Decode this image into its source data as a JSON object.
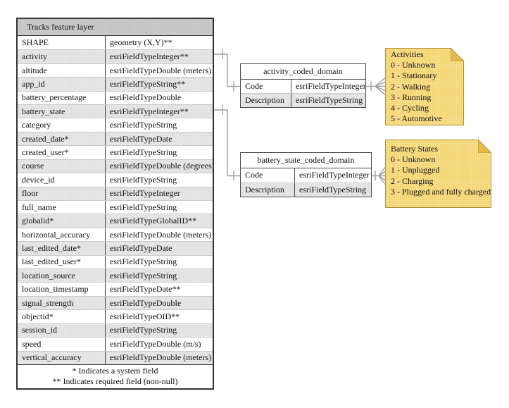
{
  "diagram": {
    "tracks_table": {
      "title": "Tracks feature layer",
      "rows": [
        {
          "field": "SHAPE",
          "type": "geometry (X,Y)**"
        },
        {
          "field": "activity",
          "type": "esriFieldTypeInteger**"
        },
        {
          "field": "altitude",
          "type": "esriFieldTypeDouble (meters)"
        },
        {
          "field": "app_id",
          "type": "esriFieldTypeString**"
        },
        {
          "field": "battery_percentage",
          "type": "esriFieldTypeDouble"
        },
        {
          "field": "battery_state",
          "type": "esriFieldTypeInteger**"
        },
        {
          "field": "category",
          "type": "esriFieldTypeString"
        },
        {
          "field": "created_date*",
          "type": "esriFieldTypeDate"
        },
        {
          "field": "created_user*",
          "type": "esriFieldTypeString"
        },
        {
          "field": "course",
          "type": "esriFieldTypeDouble (degrees)"
        },
        {
          "field": "device_id",
          "type": "esriFieldTypeString"
        },
        {
          "field": "floor",
          "type": "esriFieldTypeInteger"
        },
        {
          "field": "full_name",
          "type": "esriFieldTypeString"
        },
        {
          "field": "globalid*",
          "type": "esriFieldTypeGlobalID**"
        },
        {
          "field": "horizontal_accuracy",
          "type": "esriFieldTypeDouble (meters)"
        },
        {
          "field": "last_edited_date*",
          "type": "esriFieldTypeDate"
        },
        {
          "field": "last_edited_user*",
          "type": "esriFieldTypeString"
        },
        {
          "field": "location_source",
          "type": "esriFieldTypeString"
        },
        {
          "field": "location_timestamp",
          "type": "esriFieldTypeDate**"
        },
        {
          "field": "signal_strength",
          "type": "esriFieldTypeDouble"
        },
        {
          "field": "objectid*",
          "type": "esriFieldTypeOID**"
        },
        {
          "field": "session_id",
          "type": "esriFieldTypeString"
        },
        {
          "field": "speed",
          "type": "esriFieldTypeDouble (m/s)"
        },
        {
          "field": "vertical_accuracy",
          "type": "esriFieldTypeDouble (meters)"
        }
      ],
      "footnotes": [
        "* Indicates a system field",
        "** Indicates required field (non-null)"
      ]
    },
    "activity_domain": {
      "title": "activity_coded_domain",
      "rows": [
        {
          "field": "Code",
          "type": "esriFieldTypeInteger"
        },
        {
          "field": "Description",
          "type": "esriFieldTypeString"
        }
      ]
    },
    "battery_domain": {
      "title": "battery_state_coded_domain",
      "rows": [
        {
          "field": "Code",
          "type": "esriFieldTypeInteger"
        },
        {
          "field": "Description",
          "type": "esriFieldTypeString"
        }
      ]
    },
    "activities_note": {
      "title": "Activities",
      "items": [
        "0 - Unknown",
        "1 - Stationary",
        "2 - Walking",
        "3 - Running",
        "4 - Cycling",
        "5 - Automotive"
      ]
    },
    "battery_note": {
      "title": "Battery States",
      "items": [
        "0 - Unknown",
        "1 - Unplugged",
        "2 - Charging",
        "3 - Plugged and fully charged"
      ]
    },
    "colors": {
      "header_fill": "#cacaca",
      "alt_row_fill": "#e7e7e7",
      "note_fill": "#f5d46e",
      "note_fold": "#e2bb50",
      "note_border": "#b2923a",
      "connector": "#9c9c9c",
      "table_border": "#333333"
    }
  }
}
